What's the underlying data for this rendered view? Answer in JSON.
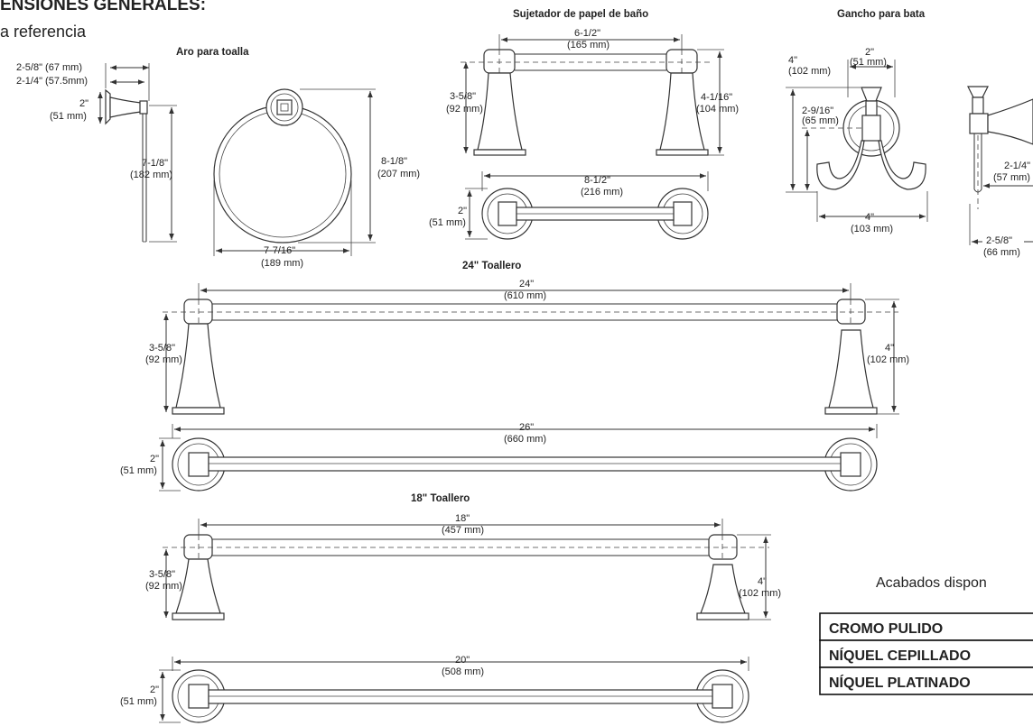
{
  "header": {
    "title": "ENSIONES GENERALES:",
    "subtitle": "a referencia"
  },
  "towel_ring": {
    "title": "Aro para toalla",
    "dim_a": "2-5/8\" (67 mm)",
    "dim_b": "2-1/4\" (57.5mm)",
    "dim_c1": "2\"",
    "dim_c2": "(51 mm)",
    "dim_d1": "7-1/8\"",
    "dim_d2": "(182 mm)",
    "dim_e1": "8-1/8\"",
    "dim_e2": "(207 mm)",
    "dim_f1": "7-7/16\"",
    "dim_f2": "(189 mm)"
  },
  "paper_holder": {
    "title": "Sujetador de papel de baño",
    "dim_a1": "6-1/2\"",
    "dim_a2": "(165 mm)",
    "dim_b1": "3-5/8\"",
    "dim_b2": "(92 mm)",
    "dim_c1": "4-1/16\"",
    "dim_c2": "(104 mm)",
    "dim_d1": "8-1/2\"",
    "dim_d2": "(216 mm)",
    "dim_e1": "2\"",
    "dim_e2": "(51 mm)"
  },
  "robe_hook": {
    "title": "Gancho para bata",
    "dim_a1": "4\"",
    "dim_a2": "(102 mm)",
    "dim_b1": "2\"",
    "dim_b2": "(51 mm)",
    "dim_c1": "2-9/16\"",
    "dim_c2": "(65 mm)",
    "dim_d1": "4\"",
    "dim_d2": "(103 mm)",
    "dim_e1": "2-1/4\"",
    "dim_e2": "(57 mm)",
    "dim_f1": "2-5/8\"",
    "dim_f2": "(66 mm)"
  },
  "bar24": {
    "title": "24\" Toallero",
    "dim_a1": "24\"",
    "dim_a2": "(610 mm)",
    "dim_b1": "3-5/8\"",
    "dim_b2": "(92 mm)",
    "dim_c1": "4\"",
    "dim_c2": "(102 mm)",
    "dim_d1": "26\"",
    "dim_d2": "(660 mm)",
    "dim_e1": "2\"",
    "dim_e2": "(51 mm)"
  },
  "bar18": {
    "title": "18\" Toallero",
    "dim_a1": "18\"",
    "dim_a2": "(457 mm)",
    "dim_b1": "3-5/8\"",
    "dim_b2": "(92 mm)",
    "dim_c1": "4\"",
    "dim_c2": "(102 mm)",
    "dim_d1": "20\"",
    "dim_d2": "(508 mm)",
    "dim_e1": "2\"",
    "dim_e2": "(51 mm)"
  },
  "finishes": {
    "title": "Acabados dispon",
    "items": [
      "CROMO PULIDO",
      "NÍQUEL CEPILLADO",
      "NÍQUEL PLATINADO"
    ]
  }
}
